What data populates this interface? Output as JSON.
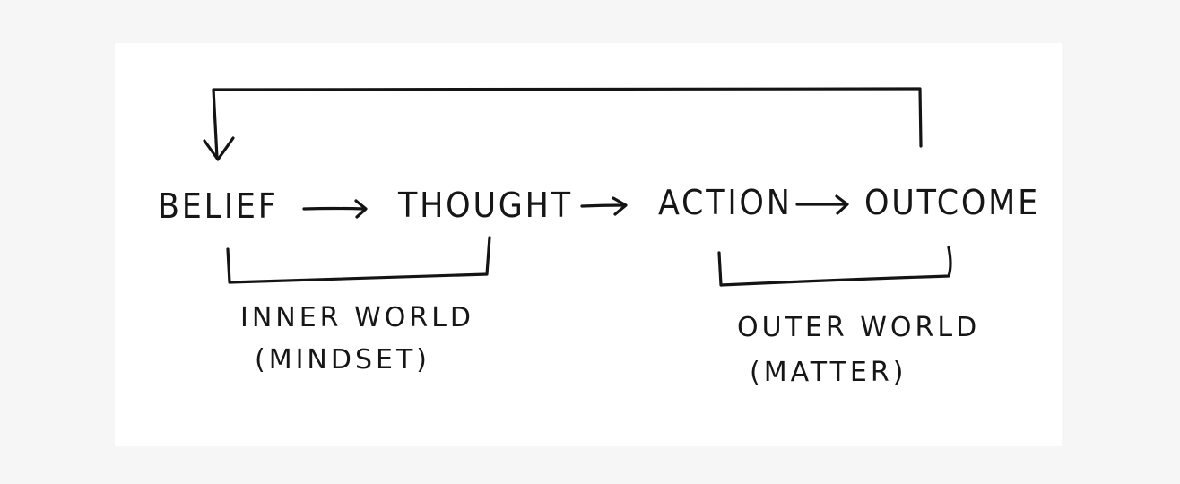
{
  "diagram": {
    "nodes": [
      {
        "id": "belief",
        "label": "BELIEF"
      },
      {
        "id": "thought",
        "label": "THOUGHT"
      },
      {
        "id": "action",
        "label": "ACTION"
      },
      {
        "id": "outcome",
        "label": "OUTCOME"
      }
    ],
    "edges": [
      {
        "from": "belief",
        "to": "thought"
      },
      {
        "from": "thought",
        "to": "action"
      },
      {
        "from": "action",
        "to": "outcome"
      },
      {
        "from": "outcome",
        "to": "belief",
        "kind": "feedback-loop"
      }
    ],
    "groups": [
      {
        "id": "inner",
        "members": [
          "belief",
          "thought"
        ],
        "line1": "INNER WORLD",
        "line2": "(MINDSET)"
      },
      {
        "id": "outer",
        "members": [
          "action",
          "outcome"
        ],
        "line1": "OUTER WORLD",
        "line2": "(MATTER)"
      }
    ],
    "colors": {
      "ink": "#141414",
      "paper": "#ffffff",
      "backdrop": "#f6f6f6"
    }
  }
}
